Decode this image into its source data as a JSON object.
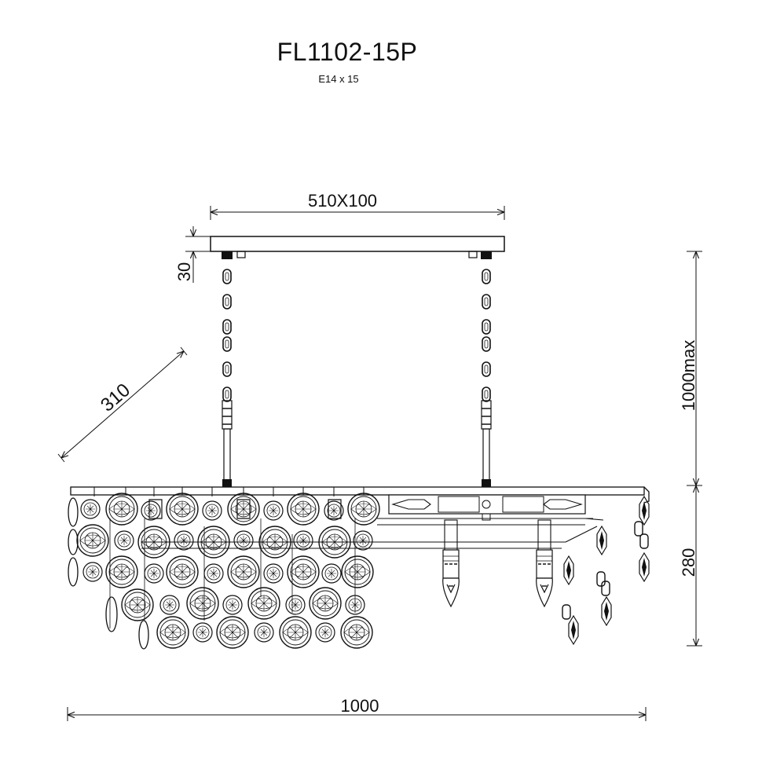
{
  "header": {
    "model": "FL1102-15P",
    "lamp_spec": "E14 x 15"
  },
  "dimensions": {
    "canopy": "510X100",
    "canopy_height": "30",
    "depth": "310",
    "suspension_height": "1000max",
    "body_height": "280",
    "overall_length": "1000"
  }
}
